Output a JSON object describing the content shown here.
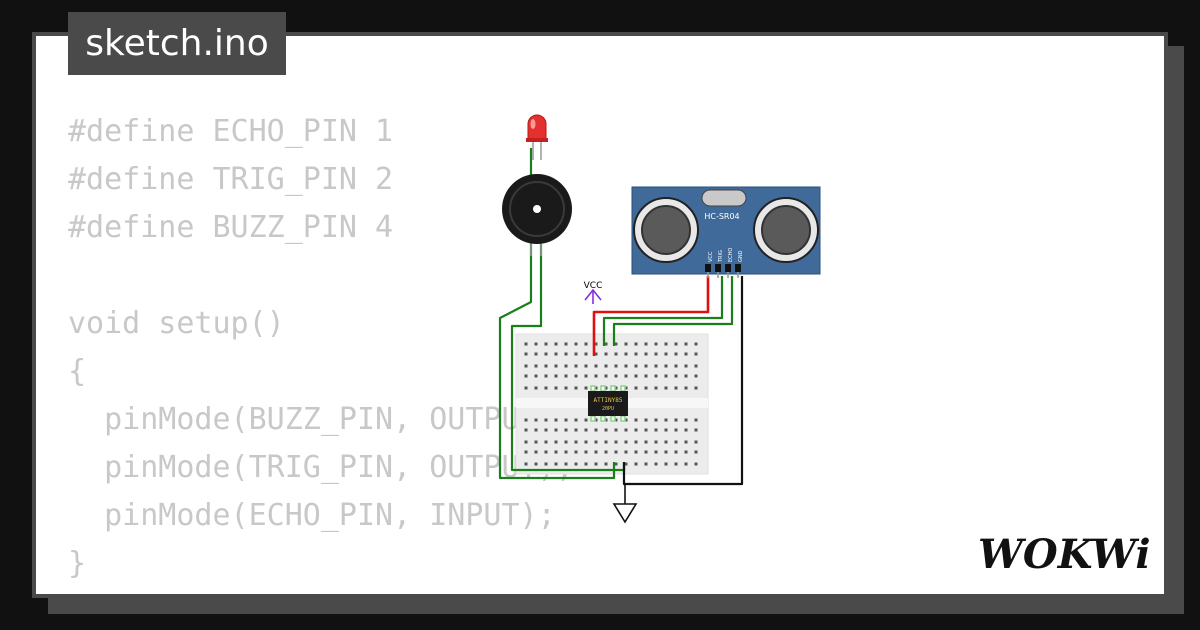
{
  "file": {
    "name": "sketch.ino"
  },
  "code": {
    "lines": [
      "#define ECHO_PIN 1",
      "#define TRIG_PIN 2",
      "#define BUZZ_PIN 4",
      "",
      "void setup()",
      "{",
      "  pinMode(BUZZ_PIN, OUTPUT);",
      "  pinMode(TRIG_PIN, OUTPUT);",
      "  pinMode(ECHO_PIN, INPUT);",
      "}"
    ]
  },
  "circuit": {
    "sensor": {
      "model": "HC-SR04",
      "pins": [
        "VCC",
        "TRIG",
        "ECHO",
        "GND"
      ]
    },
    "chip": {
      "line1": "ATTINY85",
      "line2": "20PU"
    },
    "power_label": "VCC",
    "colors": {
      "wire_signal": "#1a7f1a",
      "wire_power": "#e01010",
      "wire_ground": "#111111",
      "sensor_body": "#3f6a9a",
      "led": "#e53030",
      "vcc_symbol": "#8a2be2"
    }
  },
  "brand": {
    "logo_text": "WOKWi"
  }
}
